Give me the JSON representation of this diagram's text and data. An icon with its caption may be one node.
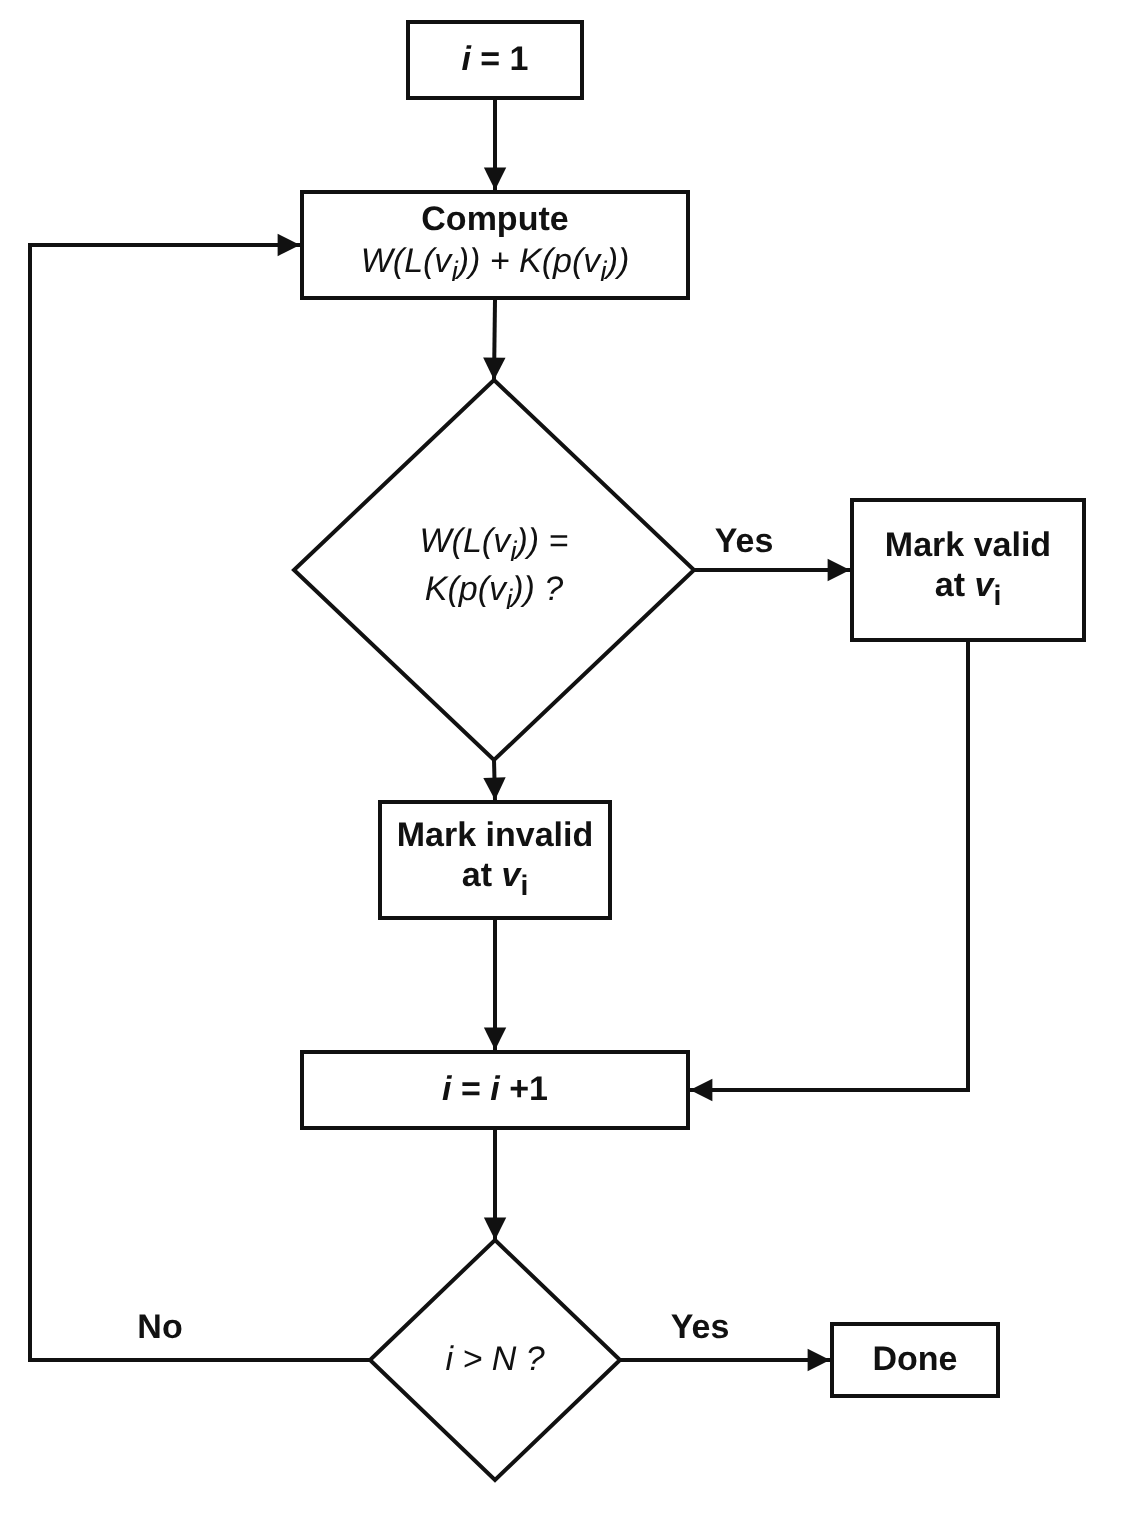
{
  "diagram": {
    "nodes": [
      {
        "text": [
          "*i* = 1"
        ]
      },
      {
        "text": [
          "Compute",
          "W(L(v$_{i}$)) + K(p(v$_{i}$))"
        ]
      },
      {
        "text": [
          "W(L(v$_{i}$)) = K(p(v$_{i}$)) ?"
        ]
      },
      {
        "text": [
          "Mark valid at *v*$_{i}$"
        ]
      },
      {
        "text": [
          "Mark invalid at *v*$_{i}$"
        ]
      },
      {
        "text": [
          "*i* = *i* +1"
        ]
      },
      {
        "text": [
          "i > N ?"
        ]
      },
      {
        "text": [
          "Done"
        ]
      }
    ],
    "edges": [
      {
        "from": 0,
        "to": 1,
        "arrow": "to"
      },
      {
        "from": 1,
        "to": 2,
        "arrow": "to"
      },
      {
        "from": 2,
        "to": 3,
        "arrow": "to",
        "label": "Yes"
      },
      {
        "from": 2,
        "to": 4,
        "arrow": "to"
      },
      {
        "from": 4,
        "to": 5,
        "arrow": "to"
      },
      {
        "from": 3,
        "to": 5,
        "arrow": "to"
      },
      {
        "from": 5,
        "to": 6,
        "arrow": "to"
      },
      {
        "from": 6,
        "to": 7,
        "arrow": "to",
        "label": "Yes"
      },
      {
        "from": 6,
        "to": 1,
        "arrow": "to",
        "label": "No"
      }
    ]
  }
}
